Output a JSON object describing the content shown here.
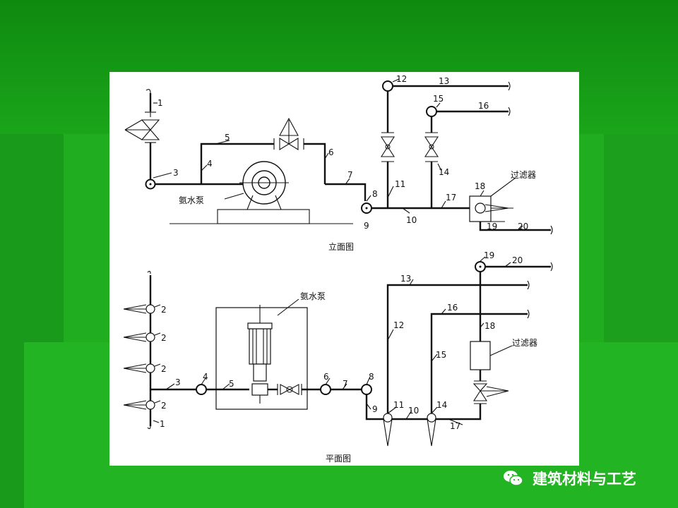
{
  "labels": {
    "elevation_title": "立面图",
    "plan_title": "平面图",
    "pump": "氨水泵",
    "filter": "过滤器",
    "n1": "1",
    "n2": "2",
    "n3": "3",
    "n4": "4",
    "n5": "5",
    "n6": "6",
    "n7": "7",
    "n8": "8",
    "n9": "9",
    "n10": "10",
    "n11": "11",
    "n12": "12",
    "n13": "13",
    "n14": "14",
    "n15": "15",
    "n16": "16",
    "n17": "17",
    "n18": "18",
    "n19": "19",
    "n20": "20"
  },
  "watermark": {
    "text": "建筑材料与工艺",
    "icon": "wechat-icon"
  }
}
